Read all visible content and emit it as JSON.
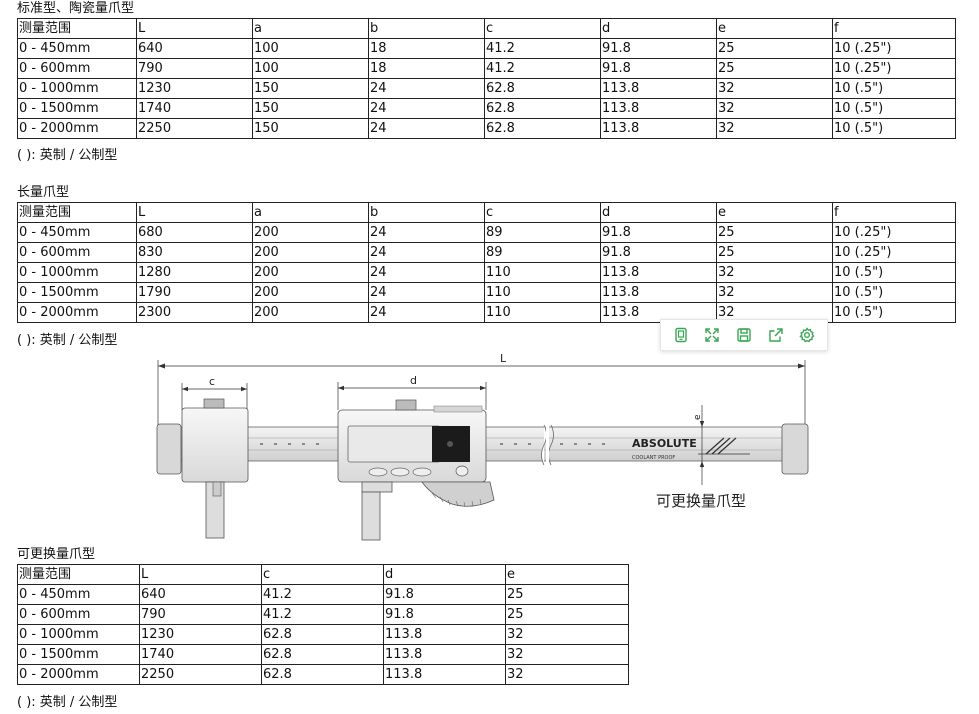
{
  "section1": {
    "title": "标准型、陶瓷量爪型",
    "headers": [
      "测量范围",
      "L",
      "a",
      "b",
      "c",
      "d",
      "e",
      "f"
    ],
    "rows": [
      [
        "0 - 450mm",
        "640",
        "100",
        "18",
        "41.2",
        "91.8",
        "25",
        "10 (.25\")"
      ],
      [
        "0 - 600mm",
        "790",
        "100",
        "18",
        "41.2",
        "91.8",
        "25",
        "10 (.25\")"
      ],
      [
        "0 - 1000mm",
        "1230",
        "150",
        "24",
        "62.8",
        "113.8",
        "32",
        "10 (.5\")"
      ],
      [
        "0 - 1500mm",
        "1740",
        "150",
        "24",
        "62.8",
        "113.8",
        "32",
        "10 (.5\")"
      ],
      [
        "0 - 2000mm",
        "2250",
        "150",
        "24",
        "62.8",
        "113.8",
        "32",
        "10 (.5\")"
      ]
    ],
    "note": "( ): 英制 / 公制型"
  },
  "section2": {
    "title": "长量爪型",
    "headers": [
      "测量范围",
      "L",
      "a",
      "b",
      "c",
      "d",
      "e",
      "f"
    ],
    "rows": [
      [
        "0 - 450mm",
        "680",
        "200",
        "24",
        "89",
        "91.8",
        "25",
        "10 (.25\")"
      ],
      [
        "0 - 600mm",
        "830",
        "200",
        "24",
        "89",
        "91.8",
        "25",
        "10 (.25\")"
      ],
      [
        "0 - 1000mm",
        "1280",
        "200",
        "24",
        "110",
        "113.8",
        "32",
        "10 (.5\")"
      ],
      [
        "0 - 1500mm",
        "1790",
        "200",
        "24",
        "110",
        "113.8",
        "32",
        "10 (.5\")"
      ],
      [
        "0 - 2000mm",
        "2300",
        "200",
        "24",
        "110",
        "113.8",
        "32",
        "10 (.5\")"
      ]
    ],
    "note": "( ): 英制 / 公制型"
  },
  "figure": {
    "dim_L": "L",
    "dim_c": "c",
    "dim_d": "d",
    "dim_e": "e",
    "brand": "ABSOLUTE",
    "brand_sub": "COOLANT PROOF",
    "caption": "可更换量爪型"
  },
  "section3": {
    "title": "可更换量爪型",
    "headers": [
      "测量范围",
      "L",
      "c",
      "d",
      "e"
    ],
    "rows": [
      [
        "0 - 450mm",
        "640",
        "41.2",
        "91.8",
        "25"
      ],
      [
        "0 - 600mm",
        "790",
        "41.2",
        "91.8",
        "25"
      ],
      [
        "0 - 1000mm",
        "1230",
        "62.8",
        "113.8",
        "32"
      ],
      [
        "0 - 1500mm",
        "1740",
        "62.8",
        "113.8",
        "32"
      ],
      [
        "0 - 2000mm",
        "2250",
        "62.8",
        "113.8",
        "32"
      ]
    ],
    "note": "( ): 英制 / 公制型"
  },
  "toolbar": {
    "icons": [
      "tablet-icon",
      "expand-icon",
      "save-icon",
      "share-icon",
      "settings-icon"
    ],
    "accent": "#3aa655"
  }
}
